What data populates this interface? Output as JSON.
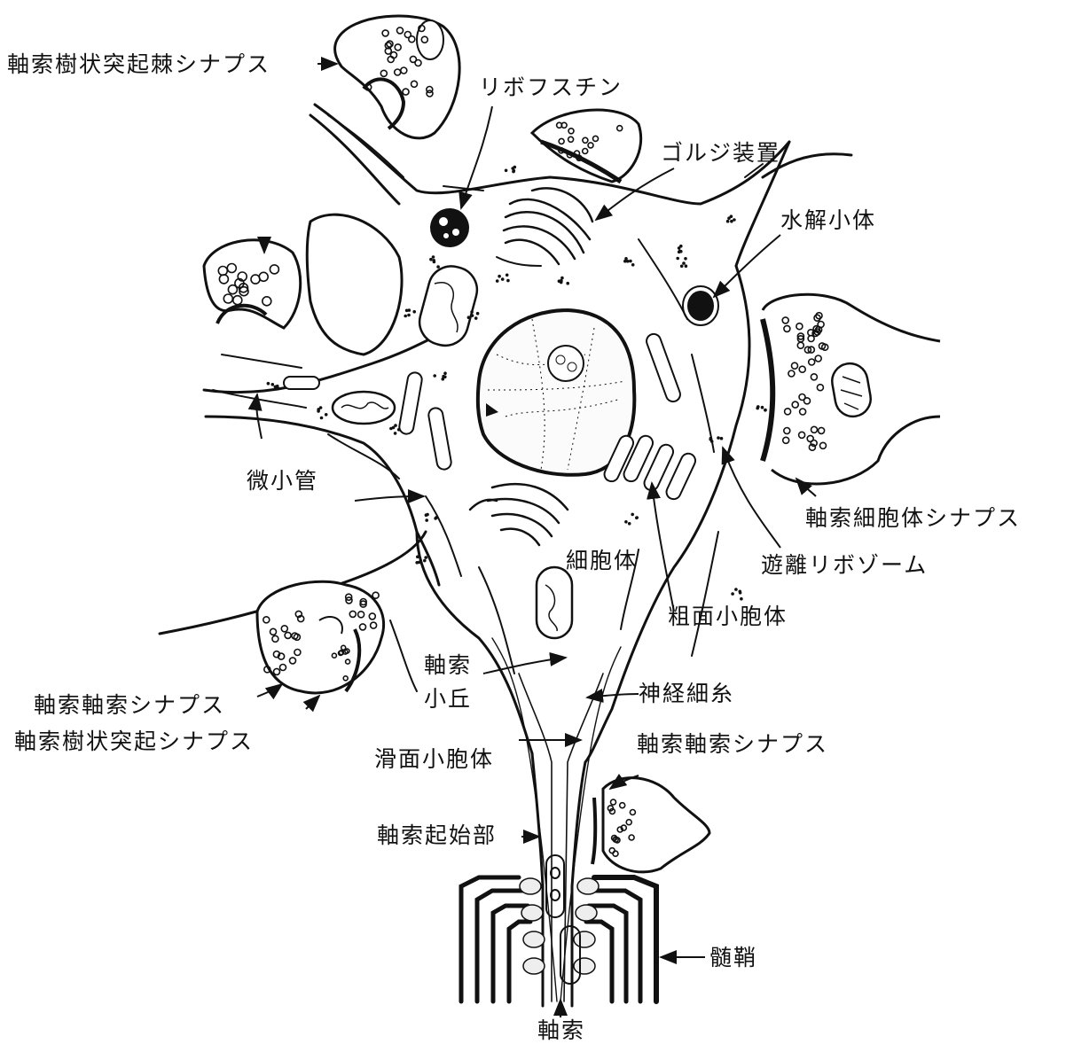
{
  "labels": {
    "axodendritic_spine_synapse": "軸索樹状突起棘シナプス",
    "ribosome": "リボフスチン",
    "golgi": "ゴルジ装置",
    "lysosome": "水解小体",
    "microtubule": "微小管",
    "axosomatic_synapse": "軸索細胞体シナプス",
    "free_ribosome": "遊離リボゾーム",
    "soma": "細胞体",
    "rough_vesicle": "粗面小胞体",
    "axon_hillock_line1": "軸索",
    "axon_hillock_line2": "小丘",
    "neurofilament": "神経細糸",
    "axoaxonic_synapse_left": "軸索軸索シナプス",
    "axodendritic_synapse": "軸索樹状突起シナプス",
    "smooth_vesicle": "滑面小胞体",
    "axoaxonic_synapse_right": "軸索軸索シナプス",
    "initial_segment": "軸索起始部",
    "myelin": "髄鞘",
    "axon": "軸索"
  }
}
